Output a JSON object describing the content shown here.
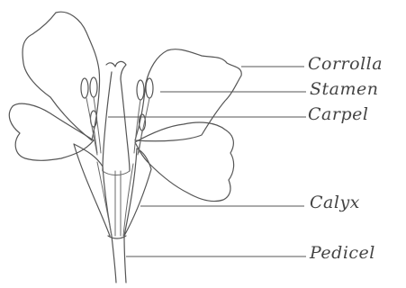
{
  "diagram": {
    "labels": {
      "corolla": "Corrolla",
      "stamen": "Stamen",
      "carpel": "Carpel",
      "calyx": "Calyx",
      "pedicel": "Pedicel"
    },
    "colors": {
      "ink": "#555555",
      "paper": "#ffffff"
    }
  }
}
